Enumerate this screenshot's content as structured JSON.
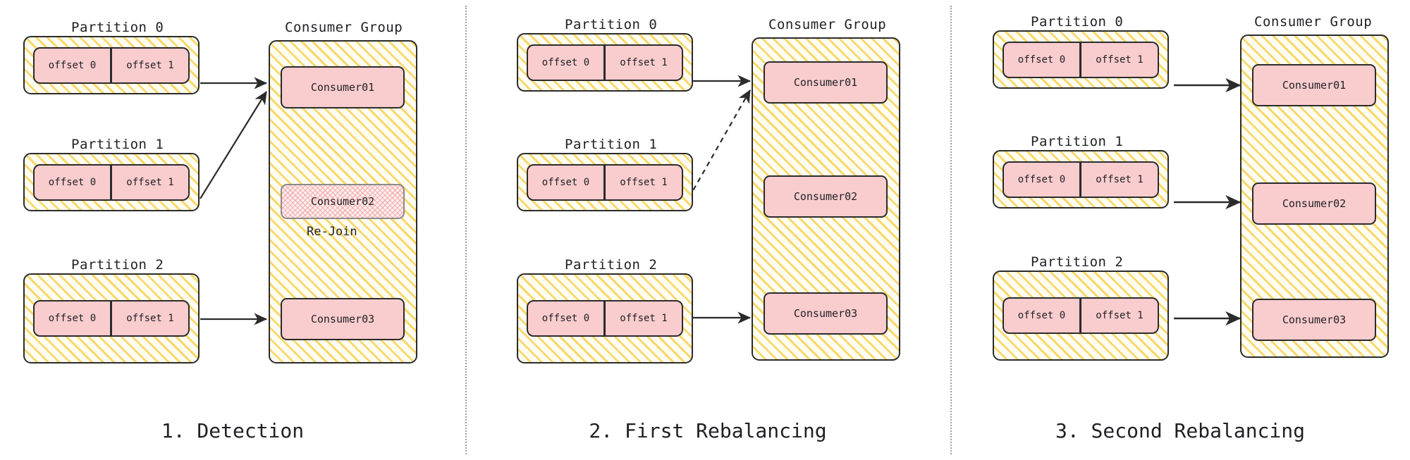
{
  "diagram": {
    "title_labels": {
      "partition": [
        "Partition 0",
        "Partition 1",
        "Partition 2"
      ],
      "consumer_group": "Consumer Group"
    },
    "offset_labels": [
      "offset 0",
      "offset 1"
    ],
    "consumer_labels": [
      "Consumer01",
      "Consumer02",
      "Consumer03"
    ],
    "rejoin_label": "Re-Join",
    "colors": {
      "partition_fill": "#fffdf2",
      "partition_hatch": "#f7d154",
      "chip_fill": "#f9ccce",
      "stroke": "#2b2b2b",
      "ghost_stroke": "#8a8a8a",
      "separator": "#9aa0a6",
      "text": "#1f2023"
    }
  },
  "panels": [
    {
      "caption": "1. Detection",
      "partitions": [
        {
          "title": "Partition 0",
          "offsets": [
            "offset 0",
            "offset 1"
          ]
        },
        {
          "title": "Partition 1",
          "offsets": [
            "offset 0",
            "offset 1"
          ]
        },
        {
          "title": "Partition 2",
          "offsets": [
            "offset 0",
            "offset 1"
          ]
        }
      ],
      "group": {
        "title": "Consumer Group",
        "consumers": [
          {
            "label": "Consumer01",
            "state": "active"
          },
          {
            "label": "Consumer02",
            "state": "rejoining",
            "note": "Re-Join"
          },
          {
            "label": "Consumer03",
            "state": "active"
          }
        ]
      },
      "links": [
        {
          "from": "Partition 0",
          "to": "Consumer01",
          "style": "solid"
        },
        {
          "from": "Partition 1",
          "to": "Consumer01",
          "style": "solid"
        },
        {
          "from": "Partition 2",
          "to": "Consumer03",
          "style": "solid"
        }
      ]
    },
    {
      "caption": "2. First Rebalancing",
      "partitions": [
        {
          "title": "Partition 0",
          "offsets": [
            "offset 0",
            "offset 1"
          ]
        },
        {
          "title": "Partition 1",
          "offsets": [
            "offset 0",
            "offset 1"
          ]
        },
        {
          "title": "Partition 2",
          "offsets": [
            "offset 0",
            "offset 1"
          ]
        }
      ],
      "group": {
        "title": "Consumer Group",
        "consumers": [
          {
            "label": "Consumer01",
            "state": "active"
          },
          {
            "label": "Consumer02",
            "state": "active"
          },
          {
            "label": "Consumer03",
            "state": "active"
          }
        ]
      },
      "links": [
        {
          "from": "Partition 0",
          "to": "Consumer01",
          "style": "solid"
        },
        {
          "from": "Partition 1",
          "to": "Consumer01",
          "style": "dashed"
        },
        {
          "from": "Partition 2",
          "to": "Consumer03",
          "style": "solid"
        }
      ]
    },
    {
      "caption": "3. Second Rebalancing",
      "partitions": [
        {
          "title": "Partition 0",
          "offsets": [
            "offset 0",
            "offset 1"
          ]
        },
        {
          "title": "Partition 1",
          "offsets": [
            "offset 0",
            "offset 1"
          ]
        },
        {
          "title": "Partition 2",
          "offsets": [
            "offset 0",
            "offset 1"
          ]
        }
      ],
      "group": {
        "title": "Consumer Group",
        "consumers": [
          {
            "label": "Consumer01",
            "state": "active"
          },
          {
            "label": "Consumer02",
            "state": "active"
          },
          {
            "label": "Consumer03",
            "state": "active"
          }
        ]
      },
      "links": [
        {
          "from": "Partition 0",
          "to": "Consumer01",
          "style": "solid"
        },
        {
          "from": "Partition 1",
          "to": "Consumer02",
          "style": "solid"
        },
        {
          "from": "Partition 2",
          "to": "Consumer03",
          "style": "solid"
        }
      ]
    }
  ]
}
